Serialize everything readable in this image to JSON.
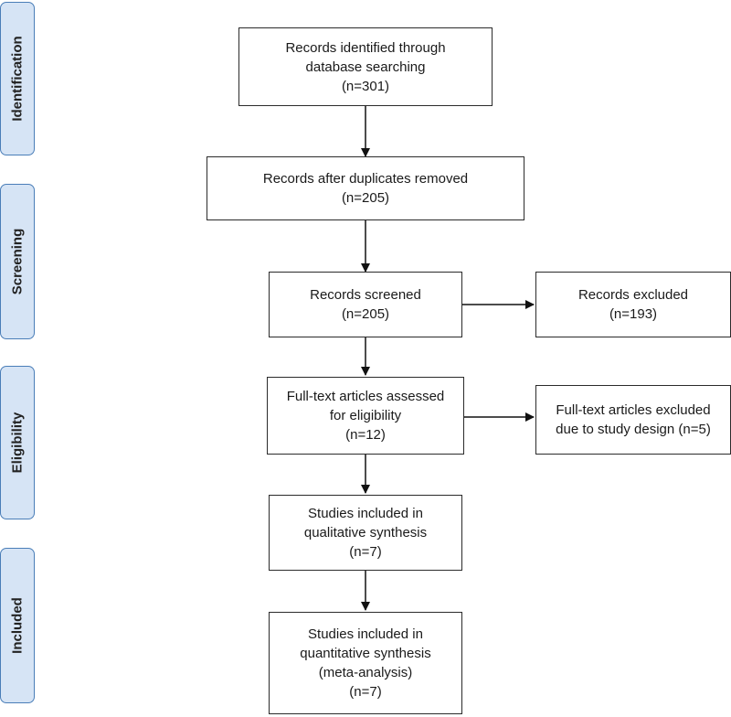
{
  "stages": [
    {
      "id": "identification",
      "label": "Identification"
    },
    {
      "id": "screening",
      "label": "Screening"
    },
    {
      "id": "eligibility",
      "label": "Eligibility"
    },
    {
      "id": "included",
      "label": "Included"
    }
  ],
  "boxes": {
    "identified": {
      "lines": [
        "Records identified through",
        "database searching",
        "(n=301)"
      ]
    },
    "duplicates_removed": {
      "lines": [
        "Records after duplicates removed",
        "(n=205)"
      ]
    },
    "screened": {
      "lines": [
        "Records screened",
        "(n=205)"
      ]
    },
    "excluded": {
      "lines": [
        "Records excluded",
        "(n=193)"
      ]
    },
    "full_text_assessed": {
      "lines": [
        "Full-text articles assessed",
        "for eligibility",
        "(n=12)"
      ]
    },
    "full_text_excluded": {
      "lines": [
        "Full-text articles excluded",
        "due to study design (n=5)"
      ]
    },
    "qualitative": {
      "lines": [
        "Studies included in",
        "qualitative synthesis",
        "(n=7)"
      ]
    },
    "quantitative": {
      "lines": [
        "Studies included in",
        "quantitative synthesis",
        "(meta-analysis)",
        "(n=7)"
      ]
    }
  }
}
